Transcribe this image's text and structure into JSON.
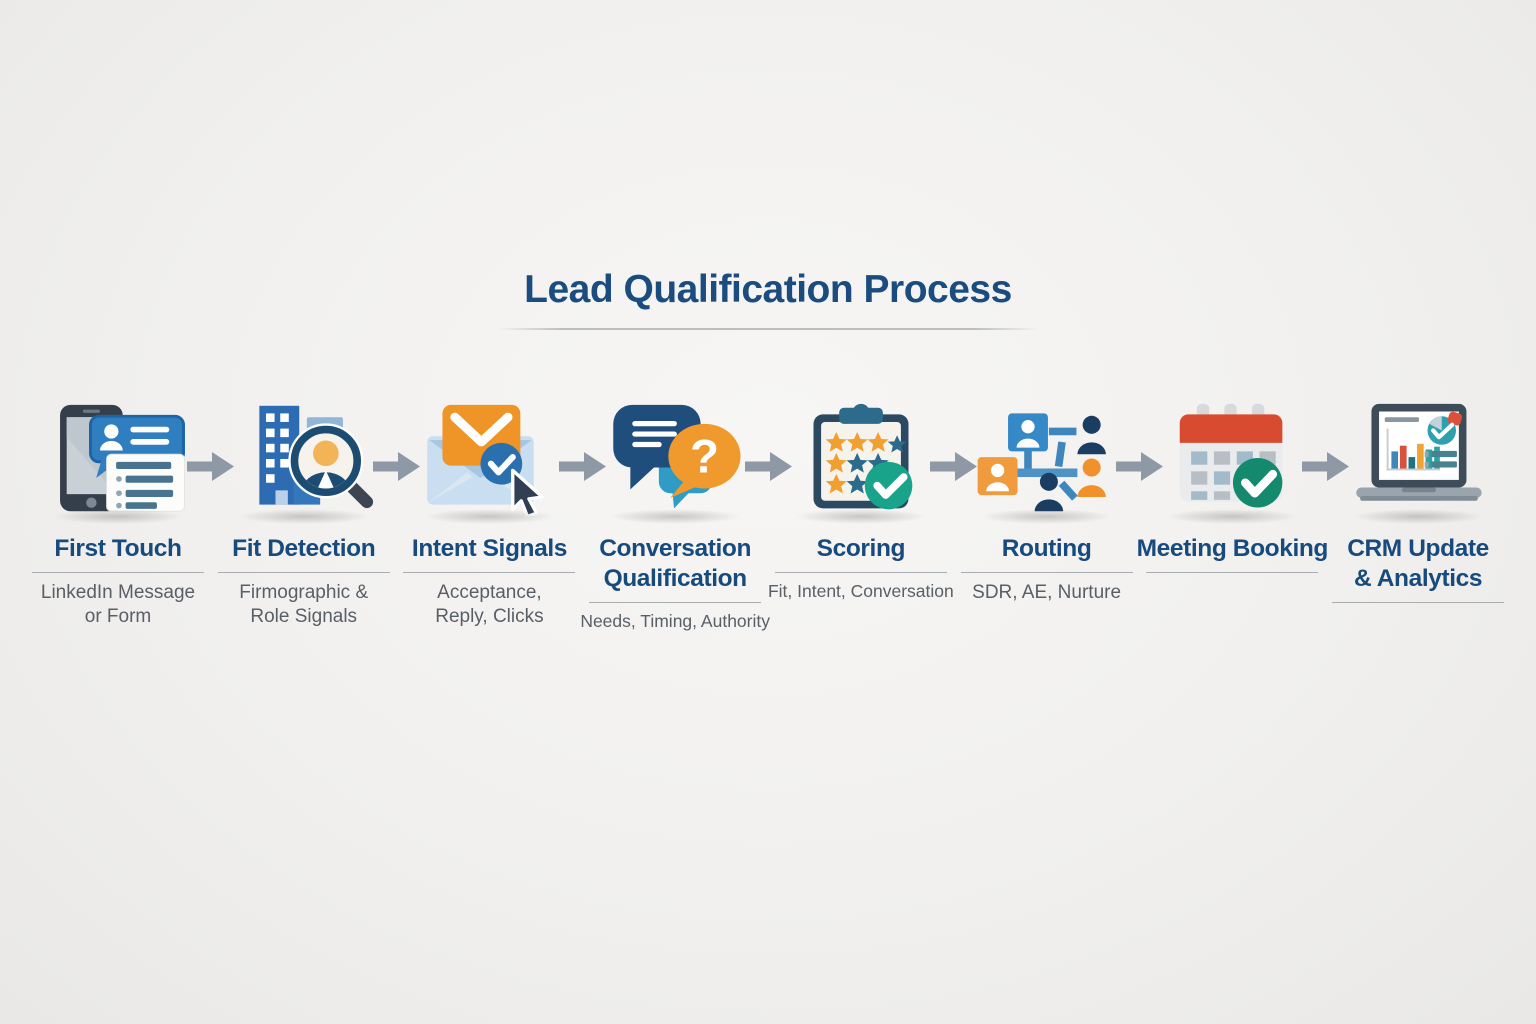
{
  "header": {
    "title": "Lead Qualification Process"
  },
  "stages": [
    {
      "title": "First Touch",
      "subtitle": "LinkedIn Message\nor Form",
      "icon": "phone-message-form-icon"
    },
    {
      "title": "Fit Detection",
      "subtitle": "Firmographic &\nRole Signals",
      "icon": "company-role-magnifier-icon"
    },
    {
      "title": "Intent Signals",
      "subtitle": "Acceptance,\nReply, Clicks",
      "icon": "email-check-cursor-icon"
    },
    {
      "title": "Conversation\nQualification",
      "subtitle": "Needs, Timing, Authority",
      "icon": "chat-bubbles-question-icon",
      "question_glyph": "?"
    },
    {
      "title": "Scoring",
      "subtitle": "Fit, Intent, Conversation",
      "icon": "clipboard-stars-check-icon"
    },
    {
      "title": "Routing",
      "subtitle": "SDR, AE, Nurture",
      "icon": "people-routing-icon"
    },
    {
      "title": "Meeting Booking",
      "subtitle": "",
      "icon": "calendar-check-icon"
    },
    {
      "title": "CRM Update\n& Analytics",
      "subtitle": "",
      "icon": "laptop-analytics-icon"
    }
  ],
  "theme": {
    "background": "#f1f0ee",
    "title_blue": "#1a4c80",
    "subtitle_gray": "#595f67",
    "underline_gray": "#a9adb1",
    "arrow_gray": "#8e99a5",
    "orange": "#ef9527",
    "brand_blue": "#2f7ec0",
    "navy": "#1f4e7c",
    "teal_check": "#19a38a",
    "green_check": "#14896e",
    "calendar_red": "#d94b30"
  }
}
